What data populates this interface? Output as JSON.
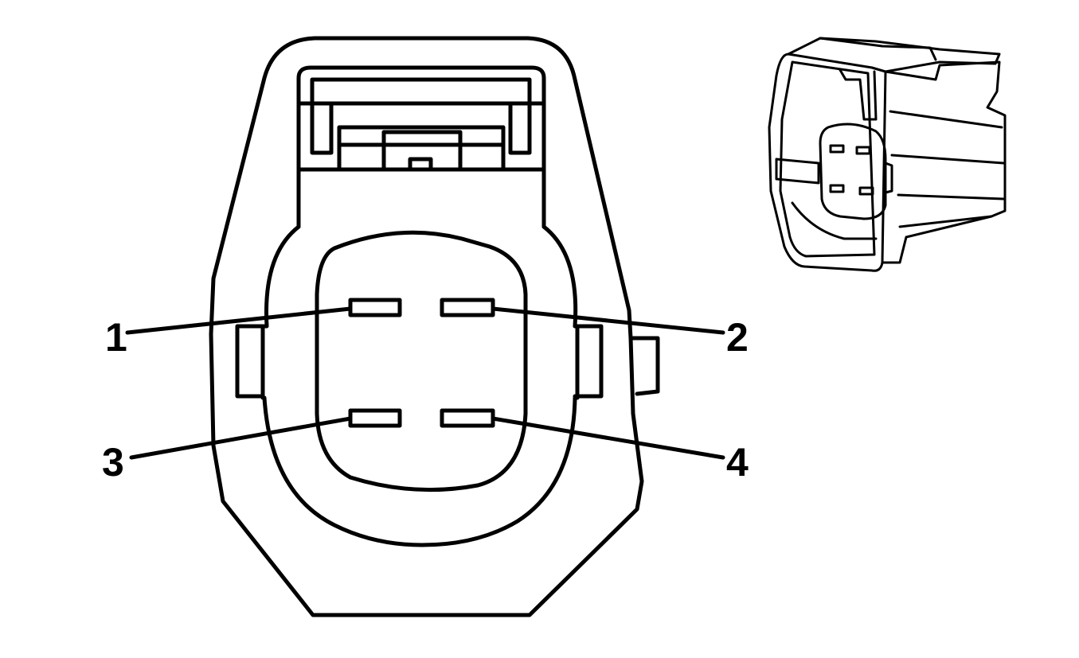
{
  "figure": {
    "pin_labels": {
      "pin1": "1",
      "pin2": "2",
      "pin3": "3",
      "pin4": "4"
    },
    "line_color": "#000000",
    "background_color": "#ffffff"
  }
}
